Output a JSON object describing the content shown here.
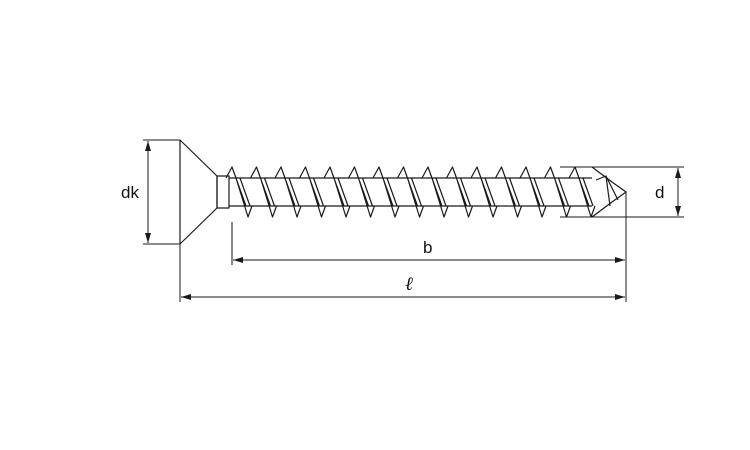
{
  "diagram": {
    "labels": {
      "head_diameter": "dk",
      "thread_diameter": "d",
      "thread_length": "b",
      "total_length": "ℓ"
    },
    "colors": {
      "line": "#1a1a1a",
      "background": "#ffffff"
    }
  }
}
